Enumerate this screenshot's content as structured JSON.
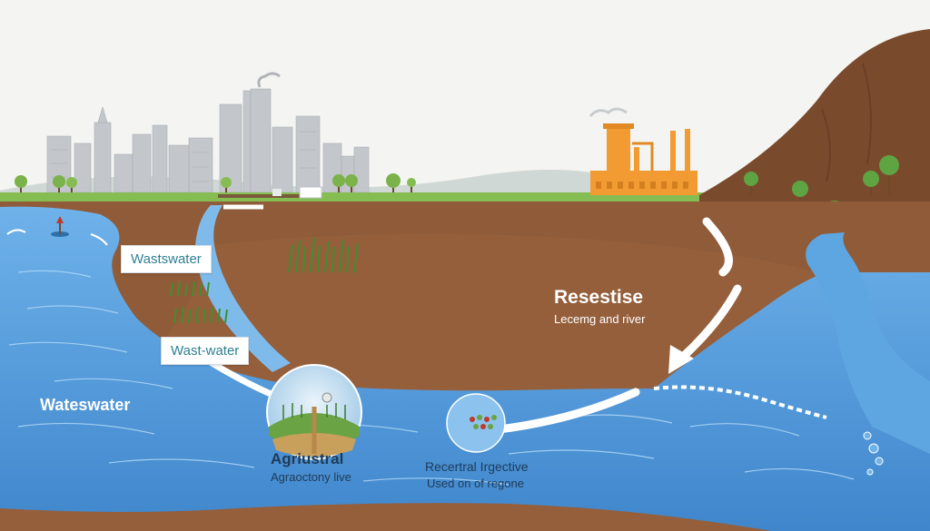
{
  "labels": {
    "wastewater_box_top": "Wastswater",
    "wastewater_box_mid": "Wast-water",
    "wastewater_river": "Wateswater",
    "resestise_title": "Resestise",
    "resestise_sub": "Lecemg and river",
    "agri_title": "Agriustral",
    "agri_sub": "Agraoctony live",
    "recycle_title": "Recertral Irgective",
    "recycle_sub": "Used on of regone"
  },
  "colors": {
    "sky": "#f4f4f2",
    "water": "#4a93d6",
    "water_light": "#8cc3ee",
    "soil": "#8f5b38",
    "hill": "#7a4a2c",
    "grass": "#7bb24a",
    "factory": "#f29b32",
    "city": "#bfc3c7",
    "label_text": "#2f7f93",
    "navy": "#1f3b57"
  },
  "icons": [
    "city-skyline-icon",
    "factory-icon",
    "field-globe-icon",
    "crop-globe-icon",
    "flow-arrow-icon",
    "tree-icon",
    "buoy-icon"
  ]
}
